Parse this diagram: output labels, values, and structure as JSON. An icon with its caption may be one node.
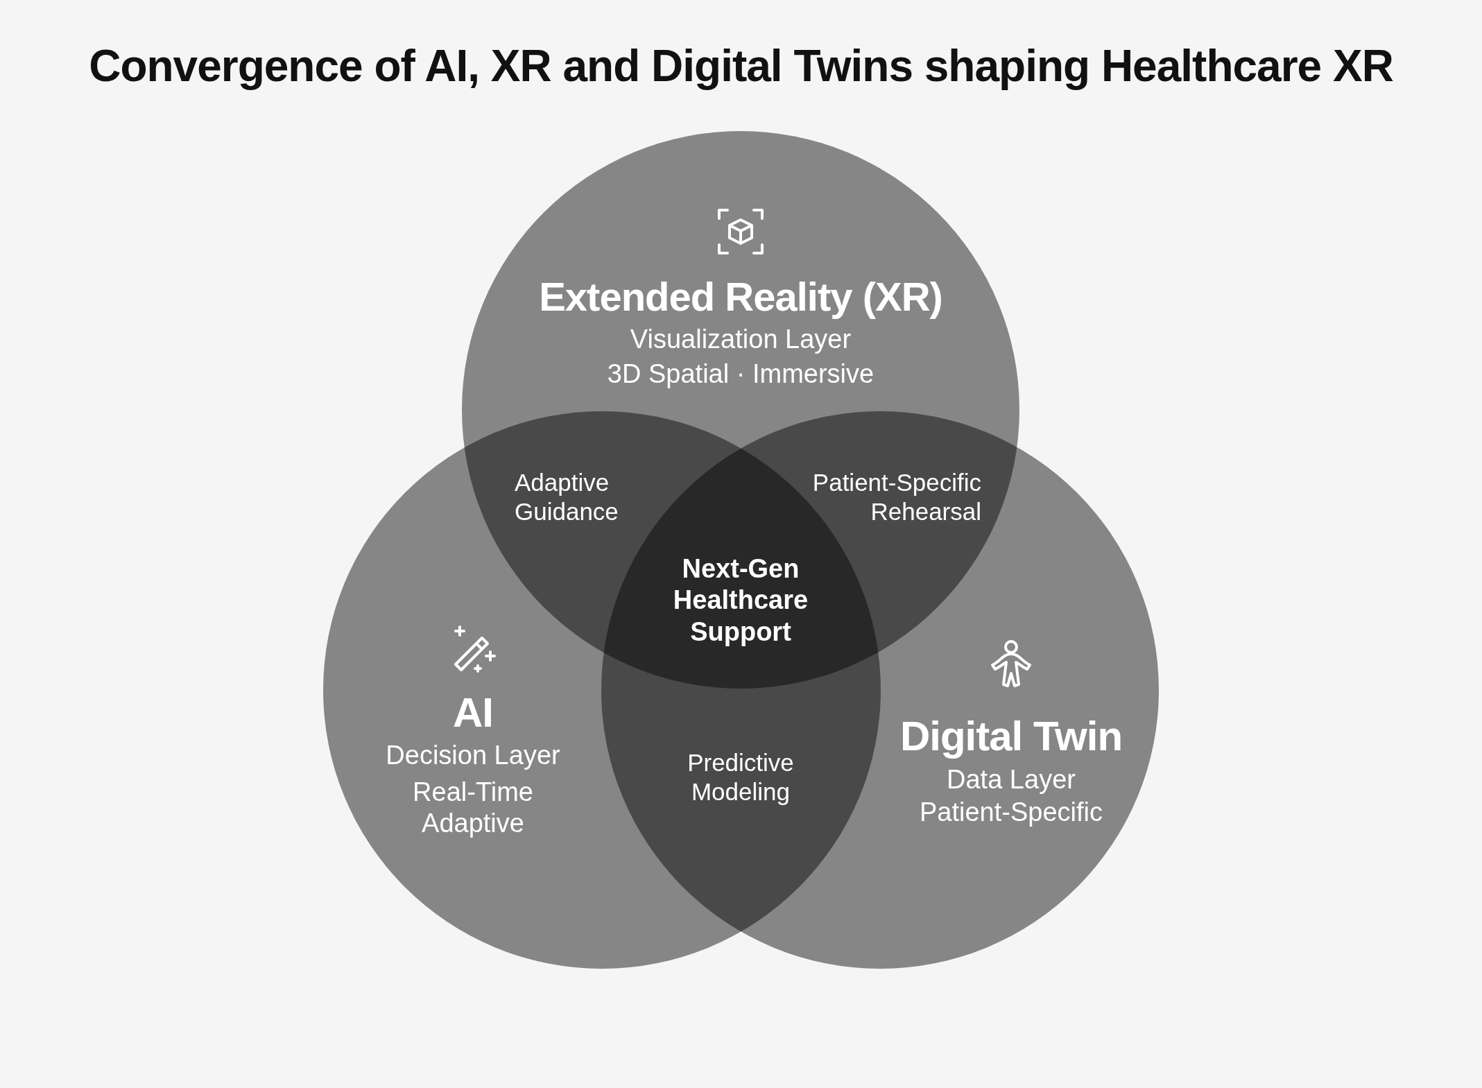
{
  "diagram": {
    "title": "Convergence of AI, XR and Digital Twins shaping Healthcare XR",
    "nodes": [
      {
        "text": [
          "Extended Reality (XR)",
          "Visualization Layer",
          "3D Spatial · Immersive"
        ]
      },
      {
        "text": [
          "AI",
          "Decision Layer",
          "Real-Time Adaptive"
        ]
      },
      {
        "text": [
          "Digital Twin",
          "Data Layer",
          "Patient-Specific"
        ]
      },
      {
        "text": [
          "Adaptive Guidance"
        ]
      },
      {
        "text": [
          "Patient-Specific Rehearsal"
        ]
      },
      {
        "text": [
          "Next-Gen Healthcare Support"
        ]
      },
      {
        "text": [
          "Predictive Modeling"
        ]
      }
    ]
  }
}
